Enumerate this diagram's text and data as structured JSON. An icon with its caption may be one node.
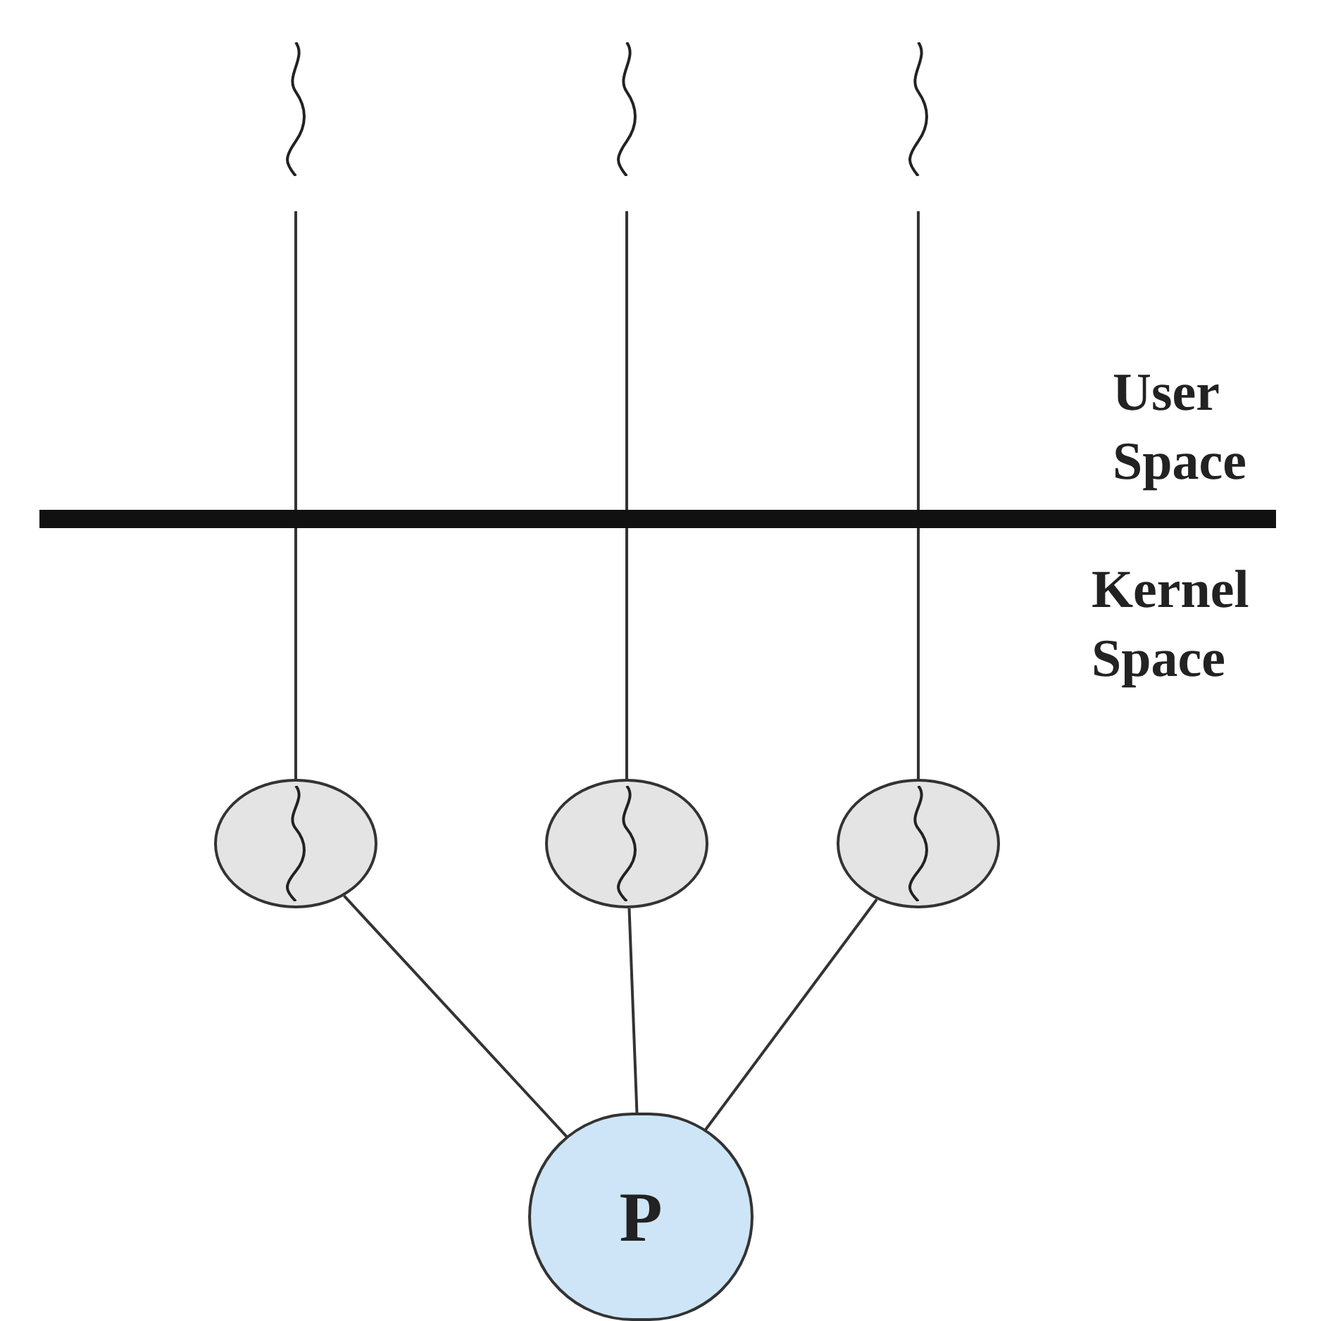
{
  "diagram": {
    "nodes": [
      {
        "text": [],
        "shape": "wave"
      },
      {
        "text": [],
        "shape": "wave"
      },
      {
        "text": [],
        "shape": "wave"
      },
      {
        "text": [],
        "shape": "circle"
      },
      {
        "text": [],
        "shape": "circle"
      },
      {
        "text": [],
        "shape": "circle"
      },
      {
        "text": [
          "P"
        ]
      }
    ],
    "edges": [
      {
        "from": 0,
        "to": 3,
        "arrow": "none"
      },
      {
        "from": 1,
        "to": 4,
        "arrow": "none"
      },
      {
        "from": 2,
        "to": 5,
        "arrow": "none"
      },
      {
        "from": 3,
        "to": 6,
        "arrow": "none"
      },
      {
        "from": 4,
        "to": 6,
        "arrow": "none"
      },
      {
        "from": 5,
        "to": 6,
        "arrow": "none"
      }
    ],
    "labels": [
      "User Space",
      "Kernel Space"
    ]
  }
}
